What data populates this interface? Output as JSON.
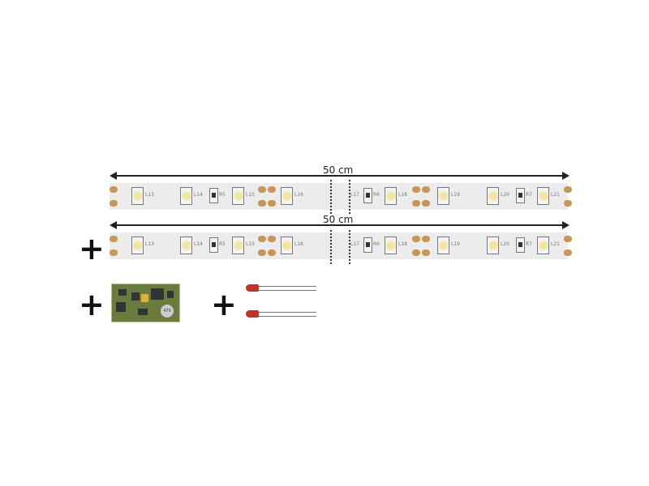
{
  "length_label_1": "50 cm",
  "length_label_2": "50 cm",
  "strip_labels": [
    "L13",
    "L14",
    "R5",
    "L15",
    "L16",
    "L17",
    "R6",
    "L18",
    "L19",
    "L20",
    "R7",
    "L21"
  ],
  "plus_signs": [
    "+",
    "+",
    "+"
  ],
  "module_marking": "470"
}
